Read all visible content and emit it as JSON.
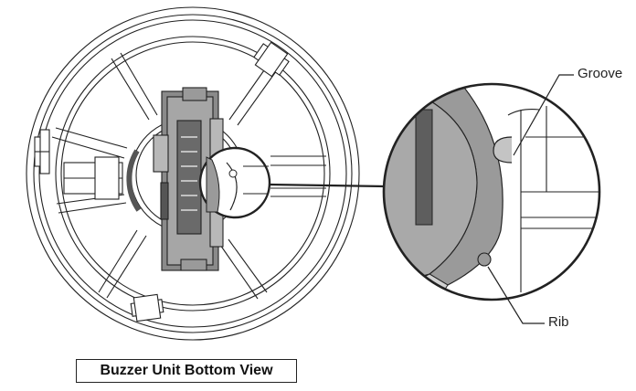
{
  "figure": {
    "caption": "Buzzer Unit Bottom View",
    "callouts": {
      "groove": "Groove",
      "rib": "Rib"
    }
  },
  "colors": {
    "line": "#222222",
    "shade": "#9a9a9a",
    "dark_shade": "#5e5e5e",
    "light_shade": "#c4c4c4"
  }
}
